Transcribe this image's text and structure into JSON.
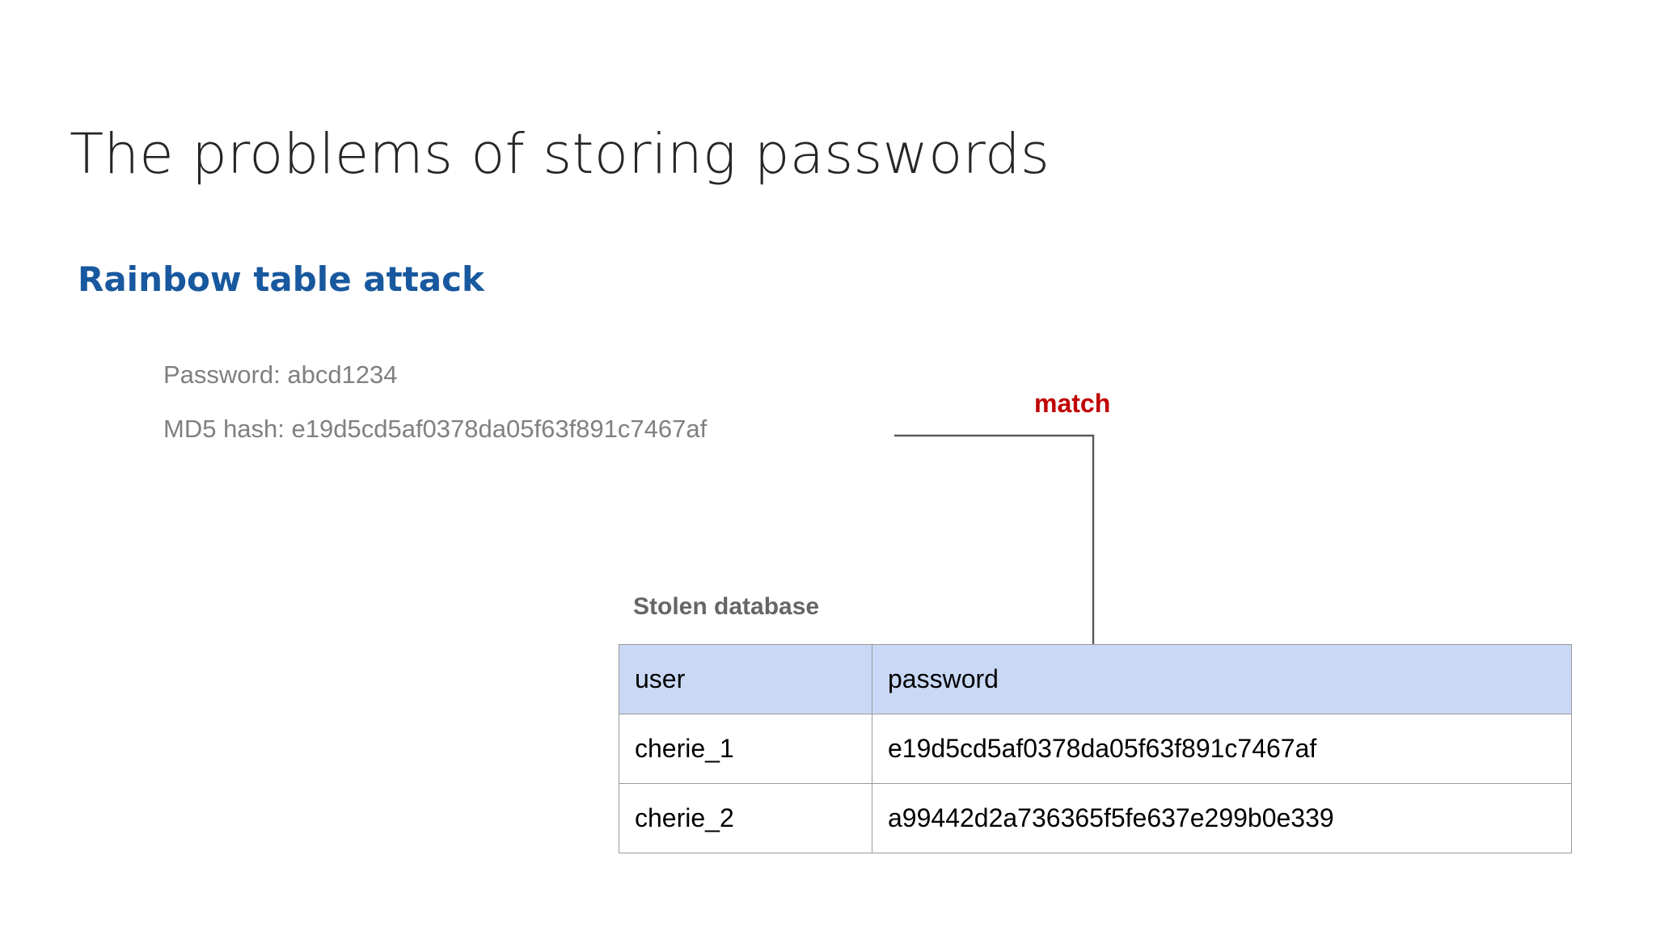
{
  "slide": {
    "title": "The problems of storing passwords",
    "subtitle": "Rainbow table attack"
  },
  "info": {
    "password_line": "Password: abcd1234",
    "hash_line": "MD5 hash: e19d5cd5af0378da05f63f891c7467af"
  },
  "annotation": {
    "match_label": "match"
  },
  "table": {
    "caption": "Stolen database",
    "columns": [
      "user",
      "password"
    ],
    "rows": [
      {
        "user": "cherie_1",
        "password": "e19d5cd5af0378da05f63f891c7467af"
      },
      {
        "user": "cherie_2",
        "password": "a99442d2a736365f5fe637e299b0e339"
      }
    ]
  },
  "colors": {
    "background": "#ffffff",
    "title_text": "#262626",
    "subtitle_blue": "#18589F",
    "body_gray": "#808080",
    "caption_gray": "#666666",
    "match_red": "#C00000",
    "table_header_blue": "#C9D8F5",
    "table_border": "#9a9a9a",
    "connector_line": "#595959"
  }
}
